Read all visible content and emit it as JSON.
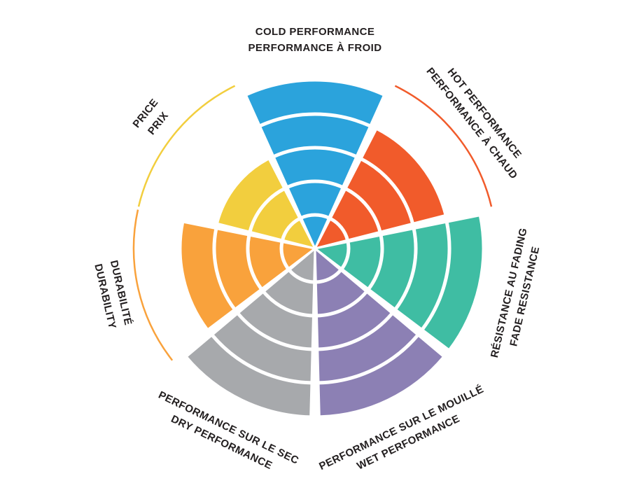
{
  "page": {
    "background": "#FFFFFF",
    "text_color": "#231F20"
  },
  "chart_data": {
    "type": "polar_bar",
    "title": "",
    "max": 5,
    "levels": 5,
    "grid": "concentric-rings",
    "legend_position": "none",
    "ring_gap_color": "#FFFFFF",
    "segments": [
      {
        "id": "cold",
        "label_line1": "COLD PERFORMANCE",
        "label_line2": "PERFORMANCE À FROID",
        "value": 5,
        "color": "#2BA3DC"
      },
      {
        "id": "hot",
        "label_line1": "HOT PERFORMANCE",
        "label_line2": "PERFORMANCE À CHAUD",
        "value": 4,
        "color": "#F15B2B"
      },
      {
        "id": "fade",
        "label_line1": "RÉSISTANCE AU FADING",
        "label_line2": "FADE RESISTANCE",
        "value": 5,
        "color": "#3FBDA3"
      },
      {
        "id": "wet",
        "label_line1": "PERFORMANCE SUR LE MOUILLÉ",
        "label_line2": "WET PERFORMANCE",
        "value": 5,
        "color": "#8C80B4"
      },
      {
        "id": "dry",
        "label_line1": "PERFORMANCE SUR LE SEC",
        "label_line2": "DRY PERFORMANCE",
        "value": 5,
        "color": "#A7A9AC"
      },
      {
        "id": "durability",
        "label_line1": "DURABILITÉ",
        "label_line2": "DURABILITY",
        "value": 4,
        "color": "#F9A23C"
      },
      {
        "id": "price",
        "label_line1": "PRICE",
        "label_line2": "PRIX",
        "value": 3,
        "color": "#F2CE3E"
      }
    ]
  }
}
